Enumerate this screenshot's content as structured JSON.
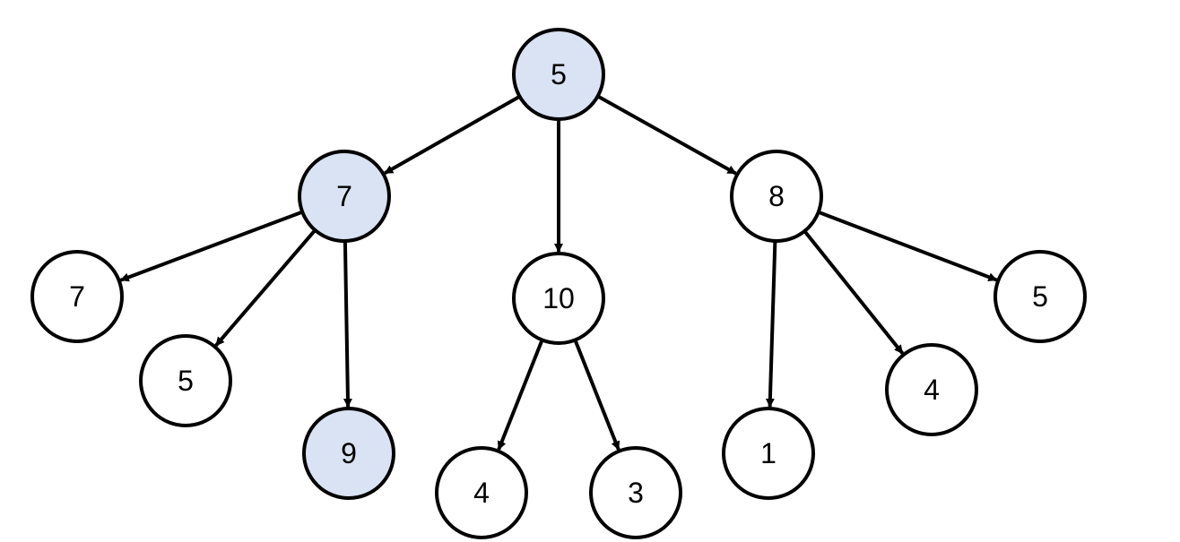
{
  "colors": {
    "highlight_fill": "#dae3f3",
    "default_fill": "#ffffff",
    "stroke": "#000000"
  },
  "nodes": [
    {
      "id": "root",
      "label": "5",
      "highlighted": true
    },
    {
      "id": "a",
      "label": "7",
      "highlighted": true
    },
    {
      "id": "b",
      "label": "10",
      "highlighted": false
    },
    {
      "id": "c",
      "label": "8",
      "highlighted": false
    },
    {
      "id": "a1",
      "label": "7",
      "highlighted": false
    },
    {
      "id": "a2",
      "label": "5",
      "highlighted": false
    },
    {
      "id": "a3",
      "label": "9",
      "highlighted": true
    },
    {
      "id": "b1",
      "label": "4",
      "highlighted": false
    },
    {
      "id": "b2",
      "label": "3",
      "highlighted": false
    },
    {
      "id": "c1",
      "label": "1",
      "highlighted": false
    },
    {
      "id": "c2",
      "label": "4",
      "highlighted": false
    },
    {
      "id": "c3",
      "label": "5",
      "highlighted": false
    }
  ],
  "edges": [
    {
      "from": "root",
      "to": "a"
    },
    {
      "from": "root",
      "to": "b"
    },
    {
      "from": "root",
      "to": "c"
    },
    {
      "from": "a",
      "to": "a1"
    },
    {
      "from": "a",
      "to": "a2"
    },
    {
      "from": "a",
      "to": "a3"
    },
    {
      "from": "b",
      "to": "b1"
    },
    {
      "from": "b",
      "to": "b2"
    },
    {
      "from": "c",
      "to": "c1"
    },
    {
      "from": "c",
      "to": "c2"
    },
    {
      "from": "c",
      "to": "c3"
    }
  ]
}
